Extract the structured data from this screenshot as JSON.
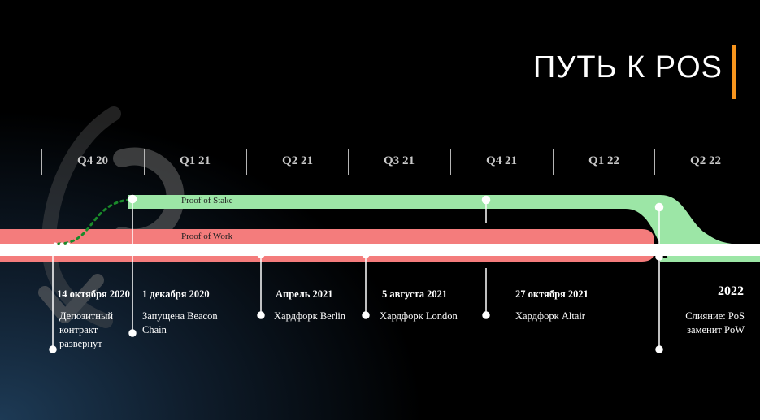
{
  "title": "ПУТЬ К POS",
  "colors": {
    "accent": "#f7941d",
    "pos_band": "#9ce6a6",
    "pow_band": "#f47c7c",
    "text": "#ffffff",
    "quarter_text": "#c9c9c9"
  },
  "quarters": [
    "Q4 20",
    "Q1 21",
    "Q2 21",
    "Q3 21",
    "Q4 21",
    "Q1 22",
    "Q2 22"
  ],
  "bands": {
    "pos_label": "Proof of Stake",
    "pow_label": "Proof of Work"
  },
  "events": [
    {
      "date": "14 октября 2020",
      "description": "Депозитный контракт развернут"
    },
    {
      "date": "1 декабря 2020",
      "description": "Запущена Beacon Chain"
    },
    {
      "date": "Апрель 2021",
      "description": "Хардфорк Berlin"
    },
    {
      "date": "5 августа 2021",
      "description": "Хардфорк London"
    },
    {
      "date": "27 октября 2021",
      "description": "Хардфорк Altair"
    }
  ],
  "final_event": {
    "date": "2022",
    "description": "Слияние: PoS заменит PoW"
  }
}
